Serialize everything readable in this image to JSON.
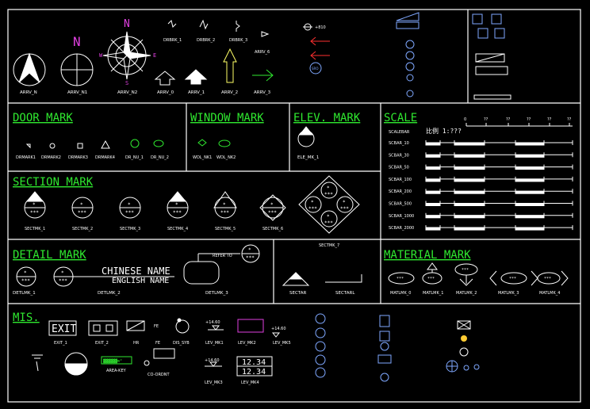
{
  "sections": {
    "door": "DOOR MARK",
    "window": "WINDOW MARK",
    "elev": "ELEV. MARK",
    "scale": "SCALE",
    "section": "SECTION MARK",
    "detail": "DETAIL MARK",
    "material": "MATERIAL MARK",
    "mis": "MIS."
  },
  "arrows": {
    "arrv_n": "ARRV_N",
    "arrv_n1": "ARRV_N1",
    "arrv_n2": "ARRV_N2",
    "arrv_0": "ARRV_0",
    "arrv_1": "ARRV_1",
    "arrv_2": "ARRV_2",
    "arrv_3": "ARRV_3",
    "drbrk_1": "DRBRK_1",
    "drbrk_2": "DRBRK_2",
    "drbrk_3": "DRBRK_3",
    "arrv_6": "ARRV_6",
    "n": "N",
    "e": "E",
    "w": "W",
    "s": "S",
    "elev_tag": "+810",
    "circle_tag": "SRO"
  },
  "doors": [
    "DRMARK1",
    "DRMARK2",
    "DRMARK3",
    "DRMARK4",
    "DR_NU_1",
    "DR_NU_2"
  ],
  "windows": [
    "WDL_NK1",
    "WDL_NK2"
  ],
  "elev_mark": "ELE_MK_1",
  "scale": {
    "bar_label": "SCALEBAR",
    "ratio": "比例 1:???",
    "ticks": [
      "0",
      "??",
      "??",
      "??",
      "??",
      "??"
    ],
    "rows": [
      "SCBAR_10",
      "SCBAR_30",
      "SCBAR_50",
      "SCBAR_100",
      "SCBAR_200",
      "SCBAR_500",
      "SCBAR_1000",
      "SCBAR_2000"
    ]
  },
  "section_marks": [
    "SECTMK_1",
    "SECTMK_2",
    "SECTMK_3",
    "SECTMK_4",
    "SECTMK_5",
    "SECTMK_6",
    "SECTMK_7"
  ],
  "detail": {
    "labels": [
      "DETLMK_1",
      "DETLMK_2",
      "DETLMK_3"
    ],
    "chinese_name": "CHINESE NAME",
    "english_name": "ENGLISH NAME",
    "refer_to": "REFER TO",
    "sectar": "SECTAR",
    "sectarl": "SECTARL",
    "stars": "*",
    "ast": "***"
  },
  "material": [
    "MATLMK_0",
    "MATLMK_1",
    "MATLMK_2",
    "MATLMK_3",
    "MATLMK_4"
  ],
  "mis": {
    "exit": "EXIT",
    "labels": [
      "EXIT_1",
      "EXIT_2",
      "HR",
      "FE",
      "DIS_SYB",
      "LEV_MK1",
      "LEV_MK2",
      "LEV_MK5",
      "AREA-KEY",
      "CO-ORDNT",
      "LEV_MK3",
      "LEV_MK4"
    ],
    "lev1": "+14.60",
    "lev5": "+14.60",
    "lev3": "+14.60",
    "lev4a": "12.34",
    "lev4b": "12.34",
    "fe": "FE",
    "area_key": "▓▓▓▓▓▓m²"
  }
}
